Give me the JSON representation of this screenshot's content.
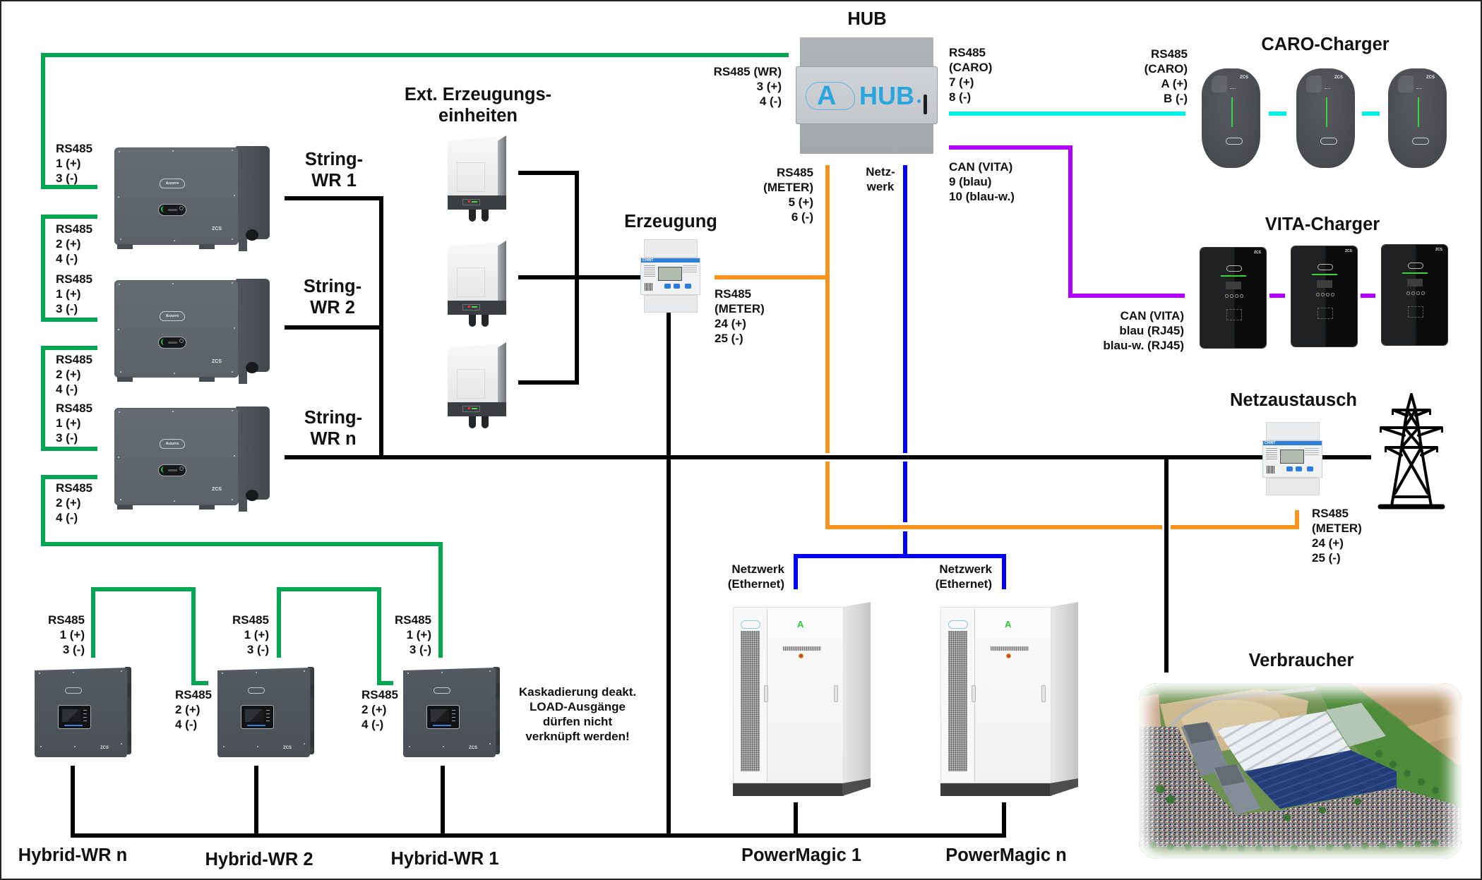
{
  "diagram": {
    "line_colors": {
      "ac_power": "#000000",
      "rs485_inverter": "#00a651",
      "rs485_caro": "#00f0e4",
      "can_vita": "#b000ff",
      "rs485_meter": "#f7931e",
      "network": "#0000ff"
    }
  },
  "brands": {
    "inverter_logo": "Azzurro",
    "maker": "ZCS",
    "meter_brand": "CHINT",
    "logo_letter": "A"
  },
  "hub": {
    "title": "HUB",
    "logo_text": "HUB",
    "port_wr": [
      "RS485 (WR)",
      "3 (+)",
      "4 (-)"
    ],
    "port_caro": [
      "RS485",
      "(CARO)",
      "7 (+)",
      "8 (-)"
    ],
    "port_meter": [
      "RS485",
      "(METER)",
      "5 (+)",
      "6 (-)"
    ],
    "port_network": [
      "Netz-",
      "werk"
    ],
    "port_can": [
      "CAN (VITA)",
      "9 (blau)",
      "10 (blau-w.)"
    ]
  },
  "string_inverters": [
    {
      "title": [
        "String-",
        "WR 1"
      ],
      "rs485_in": [
        "RS485",
        "1 (+)",
        "3 (-)"
      ],
      "rs485_out": [
        "RS485",
        "2 (+)",
        "4 (-)"
      ]
    },
    {
      "title": [
        "String-",
        "WR 2"
      ],
      "rs485_in": [
        "RS485",
        "1 (+)",
        "3 (-)"
      ],
      "rs485_out": [
        "RS485",
        "2 (+)",
        "4 (-)"
      ]
    },
    {
      "title": [
        "String-",
        "WR n"
      ],
      "rs485_in": [
        "RS485",
        "1 (+)",
        "3 (-)"
      ],
      "rs485_out": [
        "RS485",
        "2 (+)",
        "4 (-)"
      ]
    }
  ],
  "external_generation": {
    "title": [
      "Ext. Erzeugungs-",
      "einheiten"
    ]
  },
  "generation_meter": {
    "title": "Erzeugung",
    "port": [
      "RS485",
      "(METER)",
      "24 (+)",
      "25 (-)"
    ]
  },
  "caro_chargers": {
    "title": "CARO-Charger",
    "port": [
      "RS485",
      "(CARO)",
      "A (+)",
      "B (-)"
    ]
  },
  "vita_chargers": {
    "title": "VITA-Charger",
    "port": [
      "CAN (VITA)",
      "blau (RJ45)",
      "blau-w. (RJ45)"
    ]
  },
  "grid_meter": {
    "title": "Netzaustausch",
    "port": [
      "RS485",
      "(METER)",
      "24 (+)",
      "25 (-)"
    ]
  },
  "consumers": {
    "title": "Verbraucher"
  },
  "powermagic": [
    {
      "name": "PowerMagic 1",
      "network": [
        "Netzwerk",
        "(Ethernet)"
      ]
    },
    {
      "name": "PowerMagic n",
      "network": [
        "Netzwerk",
        "(Ethernet)"
      ]
    }
  ],
  "hybrid_inverters": [
    {
      "name": "Hybrid-WR n",
      "rs485_in": [
        "RS485",
        "1 (+)",
        "3 (-)"
      ]
    },
    {
      "name": "Hybrid-WR 2",
      "rs485_in": [
        "RS485",
        "1 (+)",
        "3 (-)"
      ],
      "rs485_out": [
        "RS485",
        "2 (+)",
        "4 (-)"
      ]
    },
    {
      "name": "Hybrid-WR 1",
      "rs485_in": [
        "RS485",
        "1 (+)",
        "3 (-)"
      ],
      "rs485_out": [
        "RS485",
        "2 (+)",
        "4 (-)"
      ]
    }
  ],
  "cascade_note": [
    "Kaskadierung deakt.",
    "LOAD-Ausgänge",
    "dürfen nicht",
    "verknüpft werden!"
  ]
}
